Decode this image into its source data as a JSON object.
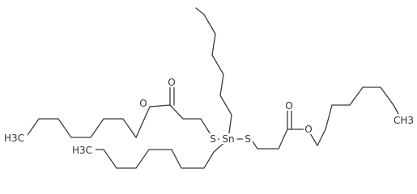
{
  "diagram": {
    "type": "skeletal-chemical-structure",
    "atom_labels": {
      "carbonyl_oxygen_left": "O",
      "ester_oxygen_left": "O",
      "sulfur_left": "S",
      "tin": "Sn",
      "sulfur_right": "S",
      "carbonyl_oxygen_right": "O",
      "ester_oxygen_right": "O",
      "methyl_left": "H3C",
      "methyl_bottom": "H3C",
      "methyl_right": "CH3"
    },
    "colors": {
      "bond": "#3a3a3a",
      "label": "#333333",
      "background": "#ffffff"
    }
  }
}
